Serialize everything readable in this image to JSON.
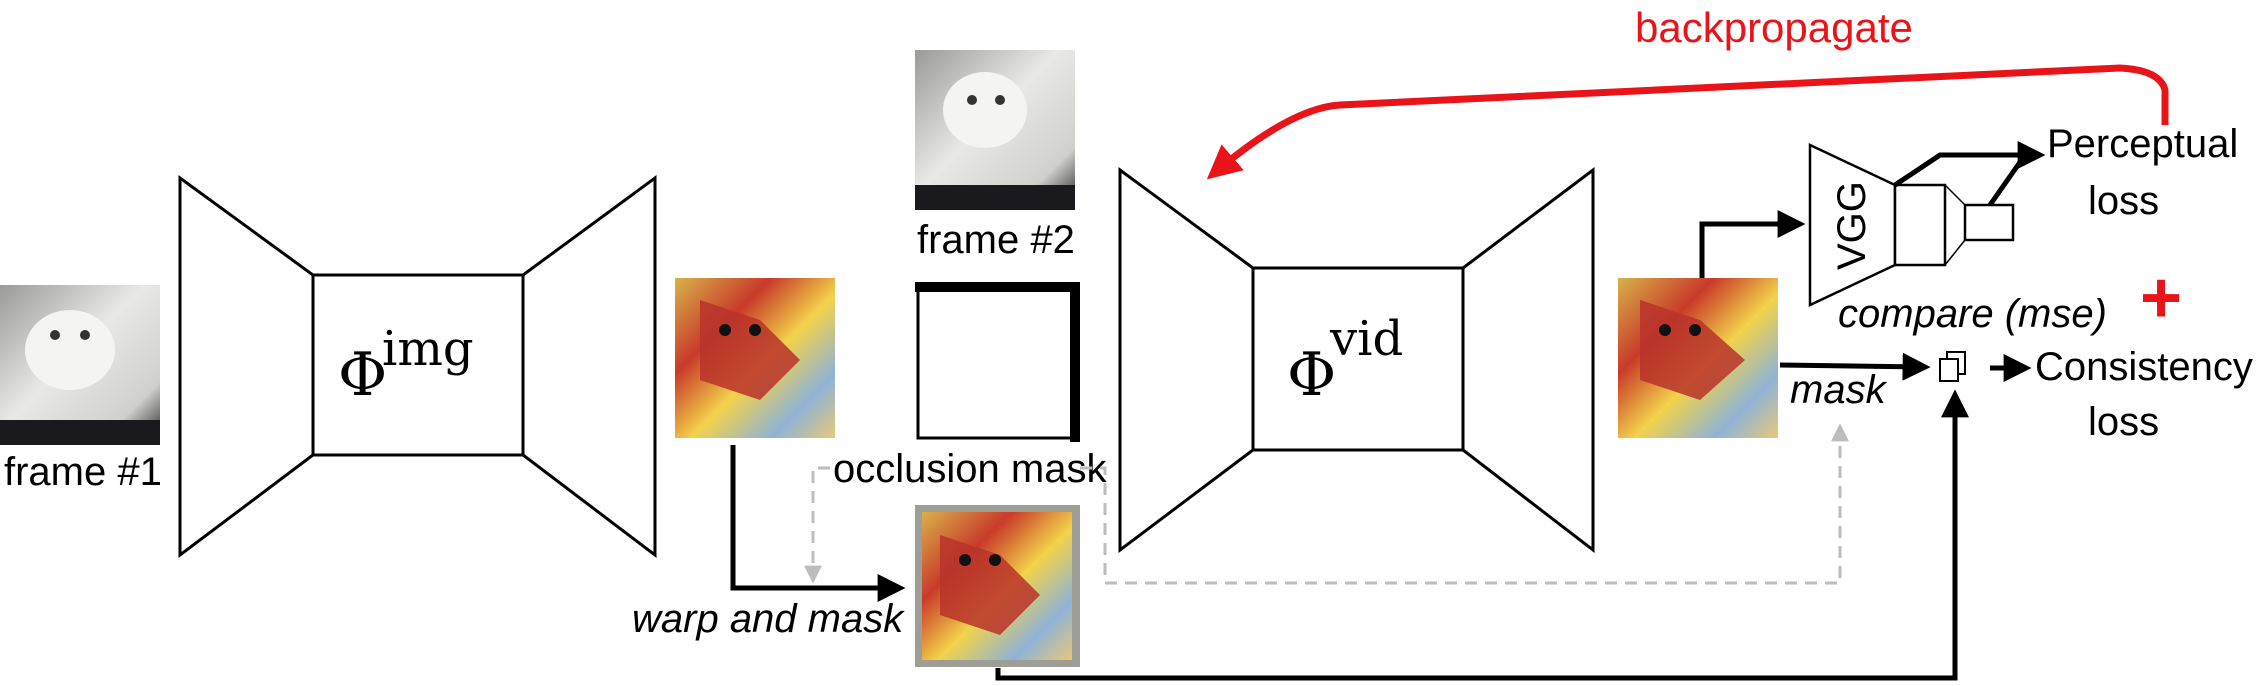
{
  "labels": {
    "frame1": "frame #1",
    "frame2": "frame #2",
    "phi_img_base": "Φ",
    "phi_img_sup": "img",
    "phi_vid_base": "Φ",
    "phi_vid_sup": "vid",
    "occlusion_mask": "occlusion mask",
    "warp_and_mask": "warp and mask",
    "mask": "mask",
    "compare": "compare (mse)",
    "vgg": "VGG",
    "perceptual_loss_1": "Perceptual",
    "perceptual_loss_2": "loss",
    "consistency_loss_1": "Consistency",
    "consistency_loss_2": "loss",
    "plus": "+",
    "backpropagate": "backpropagate"
  },
  "colors": {
    "backprop": "#e8141a",
    "dashed": "#bdbdbd"
  },
  "icons": [
    "cat-photo",
    "stylized-cat-image",
    "copy-icon"
  ]
}
